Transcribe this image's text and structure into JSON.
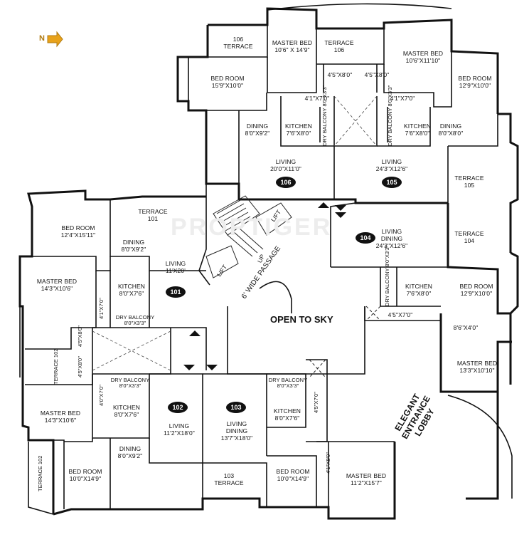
{
  "north_label": "N",
  "watermark": "PROPTIGER",
  "flats": [
    "101",
    "102",
    "103",
    "104",
    "105",
    "106"
  ],
  "rooms": {
    "terrace_106": [
      "106",
      "TERRACE"
    ],
    "master_bed_106": [
      "MASTER BED",
      "10'6\" X 14'9\""
    ],
    "terrace_106b": [
      "TERRACE",
      "106"
    ],
    "master_bed_105": [
      "MASTER BED",
      "10'6\"X11'10\""
    ],
    "bed_106": [
      "BED ROOM",
      "15'9\"X10'0\""
    ],
    "bed_105": [
      "BED ROOM",
      "12'9\"X10'0\""
    ],
    "passage_106": "4'5\"X8'0\"",
    "passage_105": "4'5\"X8'0\"",
    "wc_106": "4'1\"X7'0\"",
    "wc_105": "4'1\"X7'0\"",
    "dining_106": [
      "DINING",
      "8'0\"X9'2\""
    ],
    "kitchen_106": [
      "KITCHEN",
      "7'6\"X8'0\""
    ],
    "kitchen_105": [
      "KITCHEN",
      "7'6\"X8'0\""
    ],
    "dining_105": [
      "DINING",
      "8'0\"X8'0\""
    ],
    "dry_balcony_106": [
      "DRY BALCONY",
      "8'0\"X3'3\""
    ],
    "dry_balcony_105": [
      "DRY BALCONY",
      "8'0\"X3'3\""
    ],
    "living_106": [
      "LIVING",
      "20'0\"X11'0\""
    ],
    "living_105": [
      "LIVING",
      "24'3\"X12'6\""
    ],
    "terrace_105": [
      "TERRACE",
      "105"
    ],
    "bed_101": [
      "BED ROOM",
      "12'4\"X15'11\""
    ],
    "terrace_101": [
      "TERRACE",
      "101"
    ],
    "dining_101": [
      "DINING",
      "8'0\"X9'2\""
    ],
    "living_101": [
      "LIVING",
      "11'X20'"
    ],
    "lift_a": "LIFT",
    "lift_b": "LIFT",
    "up": "UP",
    "passage": "6' WIDE PASSAGE",
    "living_dining_104": [
      "LIVING",
      "DINING",
      "24'3\"X12'6\""
    ],
    "terrace_104": [
      "TERRACE",
      "104"
    ],
    "master_bed_101": [
      "MASTER BED",
      "14'3\"X10'6\""
    ],
    "kitchen_101": [
      "KITCHEN",
      "8'0\"X7'6\""
    ],
    "dry_balcony_101": [
      "DRY BALCONY",
      "8'0\"X3'3\""
    ],
    "wc_101": "4'1\"X7'0\"",
    "kitchen_104": [
      "KITCHEN",
      "7'6\"X8'0\""
    ],
    "dry_balcony_104": [
      "DRY BALCONY",
      "8'0\"X3'3\""
    ],
    "bed_104": [
      "BED ROOM",
      "12'9\"X10'0\""
    ],
    "open_to_sky": "OPEN TO SKY",
    "wc_104": "4'5\"X7'0\"",
    "passage_104": "8'6\"X4'0\"",
    "passage_101": "4'5\"X8'0\"",
    "passage_102": "4'5\"X8'0\"",
    "terrace_102": [
      "TERRACE",
      "102"
    ],
    "master_bed_104": [
      "MASTER BED",
      "13'3\"X10'10\""
    ],
    "wc_102": "4'0\"X7'0\"",
    "dry_balcony_102": [
      "DRY BALCONY",
      "8'0\"X3'3\""
    ],
    "dry_balcony_103": [
      "DRY BALCONY",
      "8'0\"X3'3\""
    ],
    "wc_103": "4'5\"X7'0\"",
    "kitchen_102": [
      "KITCHEN",
      "8'0\"X7'6\""
    ],
    "living_102": [
      "LIVING",
      "11'2\"X18'0\""
    ],
    "living_dining_103": [
      "LIVING",
      "DINING",
      "13'7\"X18'0\""
    ],
    "kitchen_103": [
      "KITCHEN",
      "8'0\"X7'6\""
    ],
    "master_bed_102": [
      "MASTER BED",
      "14'3\"X10'6\""
    ],
    "lobby": [
      "ELEGANT",
      "ENTRANCE",
      "LOBBY"
    ],
    "dining_102": [
      "DINING",
      "8'0\"X9'2\""
    ],
    "terrace_102b": [
      "TERRACE",
      "102"
    ],
    "bed_102": [
      "BED ROOM",
      "10'0\"X14'9\""
    ],
    "terrace_103": [
      "103",
      "TERRACE"
    ],
    "bed_103": [
      "BED ROOM",
      "10'0\"X14'9\""
    ],
    "wc_103b": "4'1\"X8'0\"",
    "master_bed_103": [
      "MASTER BED",
      "11'2\"X15'7\""
    ]
  }
}
